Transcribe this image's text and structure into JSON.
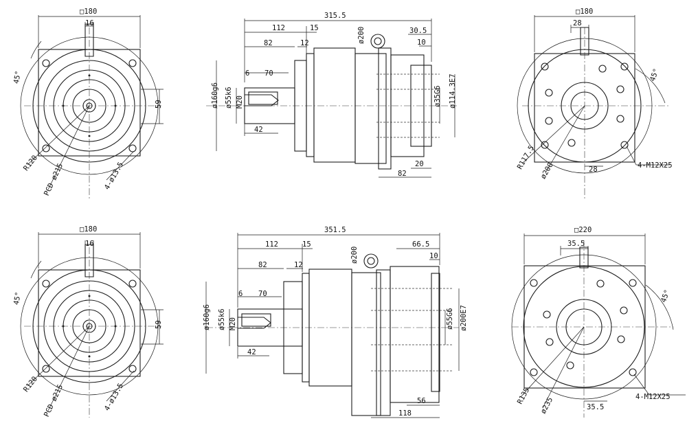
{
  "views": {
    "top_front": {
      "square": "□180",
      "key_width": "16",
      "angle": "45°",
      "offset": "59",
      "radius": "R120",
      "pcd": "PCD ø215",
      "holes": "4-ø13.5"
    },
    "top_side": {
      "total_length": "315.5",
      "housing_len": "112",
      "flange_t": "15",
      "shaft_len": "82",
      "shoulder": "12",
      "flange_dia": "ø200",
      "mount_len": "30.5",
      "mount_t": "10",
      "key_pos": "6",
      "key_len": "70",
      "thread": "M20",
      "shaft_dia": "ø55k6",
      "pilot_dia": "ø160g6",
      "shaft_tip": "42",
      "bore": "ø35G6",
      "spigot": "ø114.3E7",
      "depth": "20",
      "motor_len": "82"
    },
    "top_rear": {
      "square": "□180",
      "key_width": "28",
      "angle": "45°",
      "radius": "R117.5",
      "pcd": "ø200",
      "key_offset": "28",
      "taps": "4-M12X25"
    },
    "bottom_front": {
      "square": "□180",
      "key_width": "16",
      "angle": "45°",
      "offset": "59",
      "radius": "R120",
      "pcd": "PCD ø215",
      "holes": "4-ø13.5"
    },
    "bottom_side": {
      "total_length": "351.5",
      "housing_len": "112",
      "flange_t": "15",
      "shaft_len": "82",
      "shoulder": "12",
      "flange_dia": "ø200",
      "mount_len": "66.5",
      "mount_t": "10",
      "key_pos": "6",
      "key_len": "70",
      "thread": "M20",
      "shaft_dia": "ø55k6",
      "pilot_dia": "ø160g6",
      "shaft_tip": "42",
      "bore": "ø55G6",
      "spigot": "ø200E7",
      "depth": "56",
      "motor_len": "118"
    },
    "bottom_rear": {
      "square": "□220",
      "key_width": "35.5",
      "angle": "45°",
      "radius": "R135",
      "pcd": "ø235",
      "key_offset": "35.5",
      "taps": "4-M12X25"
    }
  }
}
